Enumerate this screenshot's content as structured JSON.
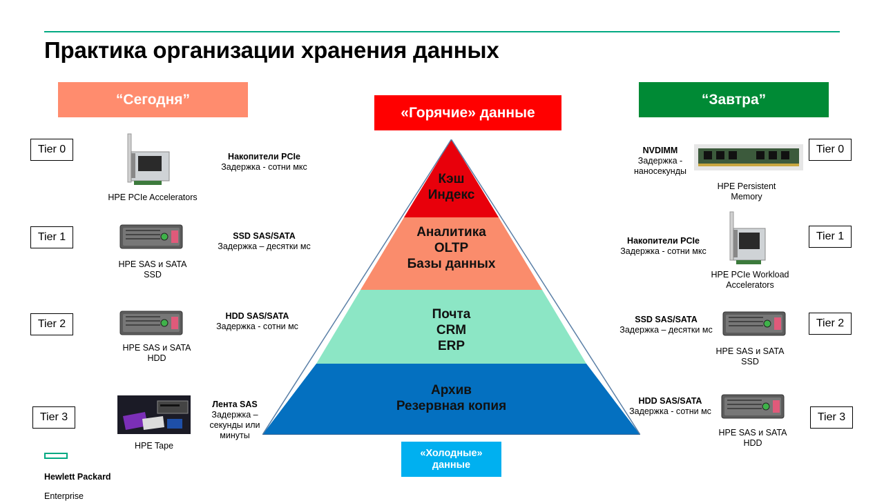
{
  "title": "Практика организации хранения данных",
  "headers": {
    "today": "“Сегодня”",
    "tomorrow": "“Завтра”",
    "hot": "«Горячие» данные",
    "cold": "«Холодные» данные"
  },
  "colors": {
    "accent_line": "#01a982",
    "today": "#ff8c6e",
    "tomorrow": "#008a35",
    "hot": "#ff0000",
    "cold": "#00b0f0",
    "pyramid_top": "#e8000b",
    "pyramid_mid": "#fa8c6c",
    "pyramid_low": "#8ce6c5",
    "pyramid_base": "#0470c0"
  },
  "pyramid": [
    {
      "text": "Кэш\nИндекс"
    },
    {
      "text": "Аналитика\nOLTP\nБазы данных"
    },
    {
      "text": "Почта\nCRM\nERP"
    },
    {
      "text": "Архив\nРезервная копия"
    }
  ],
  "left": [
    {
      "tier": "Tier 0",
      "spec_title": "Накопители PCIe",
      "spec_desc": "Задержка - сотни мкс",
      "caption": "HPE PCIe Accelerators",
      "icon": "pcie-card-icon"
    },
    {
      "tier": "Tier 1",
      "spec_title": "SSD SAS/SATA",
      "spec_desc": "Задержка – десятки мс",
      "caption": "HPE SAS и SATA\nSSD",
      "icon": "drive-icon"
    },
    {
      "tier": "Tier 2",
      "spec_title": "HDD SAS/SATA",
      "spec_desc": "Задержка - сотни мс",
      "caption": "HPE SAS и SATA\nHDD",
      "icon": "drive-icon"
    },
    {
      "tier": "Tier 3",
      "spec_title": "Лента SAS",
      "spec_desc": "Задержка –\nсекунды или\nминуты",
      "caption": "HPE Tape",
      "icon": "tape-icon"
    }
  ],
  "right": [
    {
      "tier": "Tier 0",
      "spec_title": "NVDIMM",
      "spec_desc": "Задержка -\nнаносекунды",
      "caption": "HPE Persistent\nMemory",
      "icon": "nvdimm-icon"
    },
    {
      "tier": "Tier 1",
      "spec_title": "Накопители PCIe",
      "spec_desc": "Задержка - сотни мкс",
      "caption": "HPE PCIe Workload\nAccelerators",
      "icon": "pcie-card-icon"
    },
    {
      "tier": "Tier 2",
      "spec_title": "SSD SAS/SATA",
      "spec_desc": "Задержка – десятки мс",
      "caption": "HPE SAS и SATA\nSSD",
      "icon": "drive-icon"
    },
    {
      "tier": "Tier 3",
      "spec_title": "HDD SAS/SATA",
      "spec_desc": "Задержка - сотни мс",
      "caption": "HPE SAS и SATA\nHDD",
      "icon": "drive-icon"
    }
  ],
  "logo": {
    "line1": "Hewlett Packard",
    "line2": "Enterprise"
  }
}
